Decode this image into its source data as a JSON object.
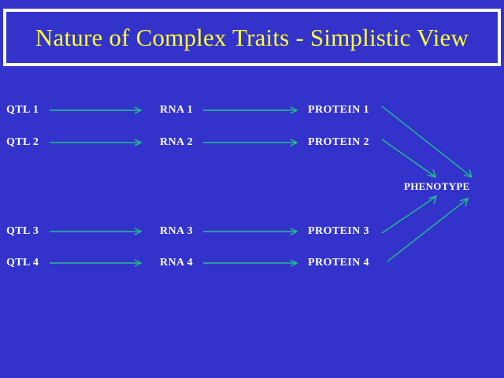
{
  "slide": {
    "title": "Nature of Complex Traits - Simplistic View",
    "background_color": "#3333cc",
    "title_color": "#ffff33",
    "title_frame_color": "#ffffff",
    "label_color": "#ffffff",
    "arrow_color": "#22c08c"
  },
  "diagram": {
    "columns": [
      {
        "name": "qtl",
        "nodes": [
          "QTL 1",
          "QTL 2",
          "QTL 3",
          "QTL 4"
        ]
      },
      {
        "name": "rna",
        "nodes": [
          "RNA 1",
          "RNA 2",
          "RNA 3",
          "RNA 4"
        ]
      },
      {
        "name": "protein",
        "nodes": [
          "PROTEIN 1",
          "PROTEIN 2",
          "PROTEIN 3",
          "PROTEIN 4"
        ]
      },
      {
        "name": "phenotype",
        "nodes": [
          "PHENOTYPE"
        ]
      }
    ],
    "nodes": {
      "qtl1": "QTL 1",
      "qtl2": "QTL 2",
      "qtl3": "QTL 3",
      "qtl4": "QTL 4",
      "rna1": "RNA 1",
      "rna2": "RNA 2",
      "rna3": "RNA 3",
      "rna4": "RNA 4",
      "protein1": "PROTEIN 1",
      "protein2": "PROTEIN 2",
      "protein3": "PROTEIN 3",
      "protein4": "PROTEIN 4",
      "phenotype": "PHENOTYPE"
    }
  }
}
